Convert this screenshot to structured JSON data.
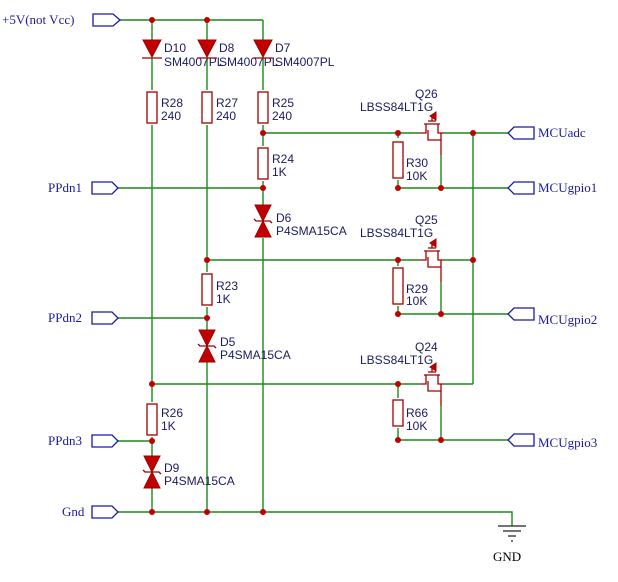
{
  "nets": {
    "vcc": "+5V(not Vcc)",
    "ppdn1": "PPdn1",
    "ppdn2": "PPdn2",
    "ppdn3": "PPdn3",
    "gnd_in": "Gnd",
    "mcu_adc": "MCUadc",
    "mcu_gpio1": "MCUgpio1",
    "mcu_gpio2": "MCUgpio2",
    "mcu_gpio3": "MCUgpio3",
    "gnd": "GND"
  },
  "diodes": [
    {
      "ref": "D10",
      "value": "SM4007PL"
    },
    {
      "ref": "D8",
      "value": "SM4007PL"
    },
    {
      "ref": "D7",
      "value": "SM4007PL"
    }
  ],
  "resistors": [
    {
      "ref": "R28",
      "value": "240"
    },
    {
      "ref": "R27",
      "value": "240"
    },
    {
      "ref": "R25",
      "value": "240"
    },
    {
      "ref": "R24",
      "value": "1K"
    },
    {
      "ref": "R23",
      "value": "1K"
    },
    {
      "ref": "R26",
      "value": "1K"
    },
    {
      "ref": "R30",
      "value": "10K"
    },
    {
      "ref": "R29",
      "value": "10K"
    },
    {
      "ref": "R66",
      "value": "10K"
    }
  ],
  "tvs": [
    {
      "ref": "D6",
      "value": "P4SMA15CA"
    },
    {
      "ref": "D5",
      "value": "P4SMA15CA"
    },
    {
      "ref": "D9",
      "value": "P4SMA15CA"
    }
  ],
  "mosfets": [
    {
      "ref": "Q26",
      "value": "LBSS84LT1G"
    },
    {
      "ref": "Q25",
      "value": "LBSS84LT1G"
    },
    {
      "ref": "Q24",
      "value": "LBSS84LT1G"
    }
  ],
  "colors": {
    "wire": "#1a8a1a",
    "component": "#a00000",
    "junction": "#c00000",
    "port": "#1a1aa0"
  }
}
